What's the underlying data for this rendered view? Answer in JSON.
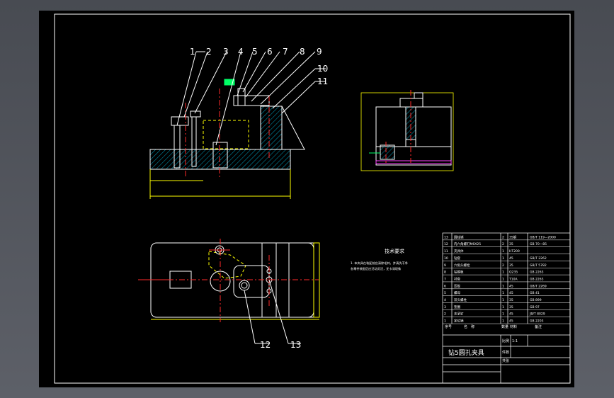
{
  "balloons": [
    "1",
    "2",
    "3",
    "4",
    "5",
    "6",
    "7",
    "8",
    "9",
    "10",
    "11",
    "12",
    "13"
  ],
  "tech_req": {
    "title": "技术要求",
    "line1": "1. 本夹具在装配前应清除毛刺，并清洗干净",
    "line2": "各零件装配后应活动灵活，无卡滞现象"
  },
  "bom": {
    "rows": [
      {
        "no": "13",
        "name": "圆柱销",
        "qty": "2",
        "mat": "35钢",
        "std": "GB/T 119—2000"
      },
      {
        "no": "12",
        "name": "内六角螺钉M6X25",
        "qty": "2",
        "mat": "35",
        "std": "GB 70—85"
      },
      {
        "no": "11",
        "name": "夹具体",
        "qty": "1",
        "mat": "HT200",
        "std": ""
      },
      {
        "no": "10",
        "name": "钻套",
        "qty": "1",
        "mat": "45",
        "std": "GB/T 2262"
      },
      {
        "no": "9",
        "name": "六角头螺栓",
        "qty": "2",
        "mat": "35",
        "std": "GB/T 5782"
      },
      {
        "no": "8",
        "name": "钻模板",
        "qty": "1",
        "mat": "Q235",
        "std": "GB 2263"
      },
      {
        "no": "7",
        "name": "衬套",
        "qty": "1",
        "mat": "T10A",
        "std": "GB 2263"
      },
      {
        "no": "6",
        "name": "压板",
        "qty": "1",
        "mat": "45",
        "std": "GB/T 2269"
      },
      {
        "no": "5",
        "name": "螺母",
        "qty": "1",
        "mat": "45",
        "std": "GB 41"
      },
      {
        "no": "4",
        "name": "双头螺柱",
        "qty": "1",
        "mat": "35",
        "std": "GB 899"
      },
      {
        "no": "3",
        "name": "垫圈",
        "qty": "1",
        "mat": "35",
        "std": "GB 97"
      },
      {
        "no": "2",
        "name": "支承钉",
        "qty": "1",
        "mat": "45",
        "std": "JB/T 8029"
      },
      {
        "no": "1",
        "name": "定位销",
        "qty": "1",
        "mat": "45",
        "std": "GB 2203"
      }
    ],
    "header": {
      "no": "序号",
      "name": "名　称",
      "qty": "数量",
      "mat": "材料",
      "std": "备注"
    },
    "scale_label": "比例",
    "scale_value": "1:1",
    "title": "钻5圆孔夹具",
    "weight_label": "件数",
    "sheet_label": "共张"
  },
  "colors": {
    "background": "#000000",
    "frame": "#ffffff",
    "outline": "#ffffff",
    "hatch": "#00a0c0",
    "centerline": "#ff2a2a",
    "hidden": "#ffff00",
    "dimension": "#ffff00",
    "highlight": "#00ff66",
    "magenta": "#ff40ff"
  }
}
